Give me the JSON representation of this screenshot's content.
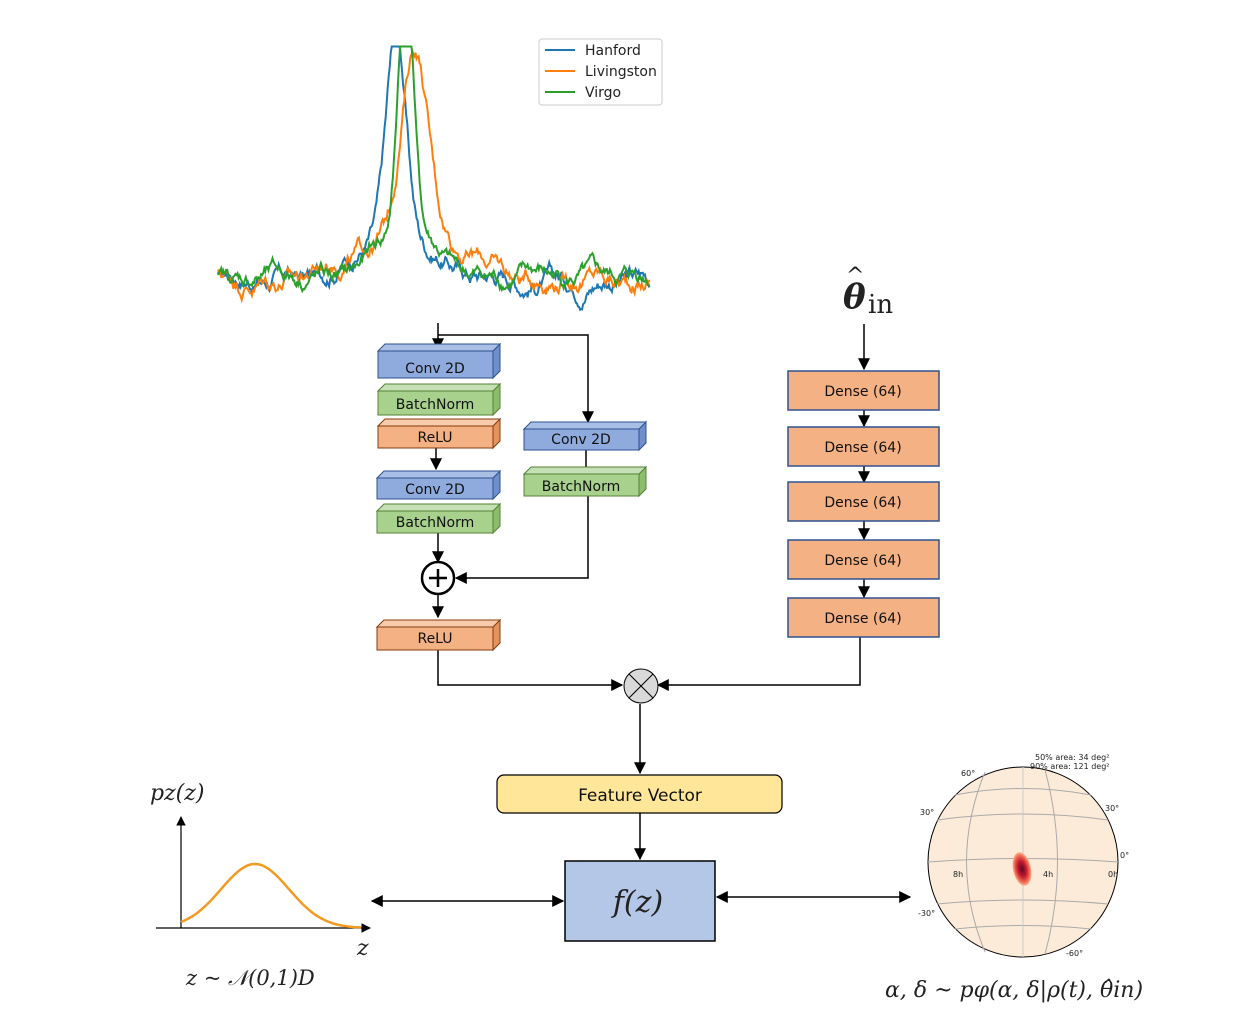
{
  "legend": {
    "items": [
      {
        "name": "Hanford",
        "color": "#1f77b4"
      },
      {
        "name": "Livingston",
        "color": "#ff7f0e"
      },
      {
        "name": "Virgo",
        "color": "#2ca02c"
      }
    ]
  },
  "signal": {
    "peak_positions": [
      0.413,
      0.455,
      0.435
    ],
    "peak_heights": [
      0.72,
      0.7,
      0.98
    ],
    "peak_widths": [
      0.022,
      0.03,
      0.017
    ],
    "noise_levels": [
      0.22,
      0.22,
      0.2
    ]
  },
  "residual_block": {
    "conv1": "Conv 2D",
    "bn1": "BatchNorm",
    "relu1": "ReLU",
    "conv2": "Conv 2D",
    "bn2": "BatchNorm",
    "skip_conv": "Conv 2D",
    "skip_bn": "BatchNorm",
    "relu_out": "ReLU"
  },
  "dense_stack": {
    "input_label": "θ̂in",
    "layers": [
      "Dense (64)",
      "Dense (64)",
      "Dense (64)",
      "Dense (64)",
      "Dense (64)"
    ]
  },
  "feature_vector": "Feature Vector",
  "flow": "f(z)",
  "prior": {
    "ylabel": "pz(z)",
    "xlabel": "z",
    "formula": "z ~ 𝒩(0,1)D"
  },
  "posterior": {
    "area50": "50% area: 34 deg²",
    "area90": "90% area: 121 deg²",
    "lat_labels": [
      "60°",
      "30°",
      "30°",
      "0°",
      "-30°",
      "-60°"
    ],
    "ra_labels": [
      "8h",
      "4h",
      "0h"
    ],
    "formula": "α, δ ~ pφ(α, δ|ρ(t), θ̂in)"
  },
  "colors": {
    "blue_block": "#8faadc",
    "green_block": "#a9d18e",
    "orange_block": "#f4b183",
    "yellow_block": "#ffe699",
    "flow_block": "#b4c7e7",
    "prior_curve": "#f39a22",
    "sphere_fill": "#fdebd9"
  }
}
